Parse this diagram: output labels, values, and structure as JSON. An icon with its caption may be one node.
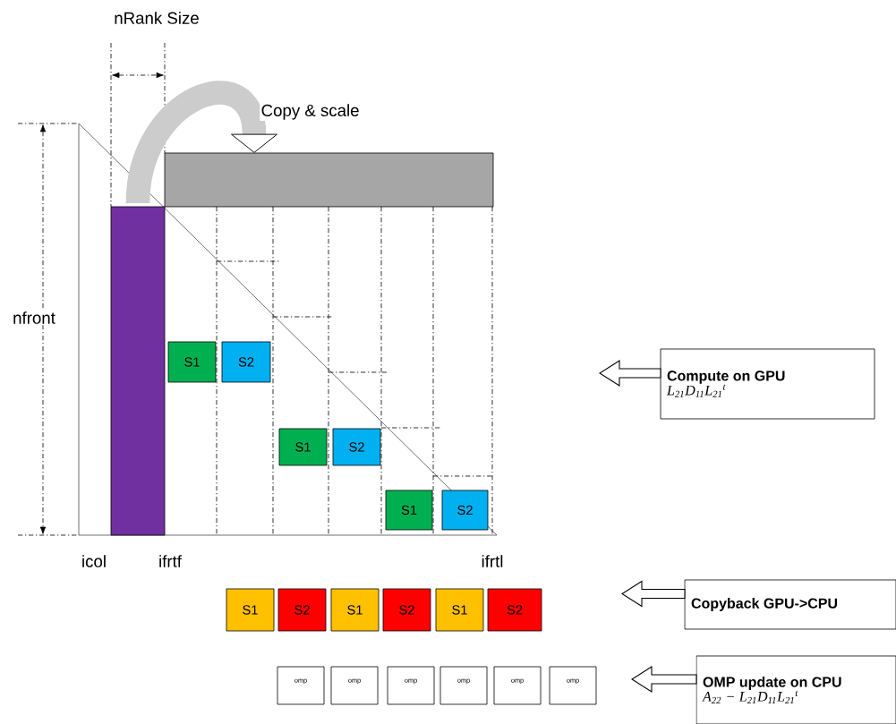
{
  "diagram": {
    "nodes": [
      {
        "text": [],
        "shape": "bar"
      },
      {
        "text": [],
        "shape": "bar"
      },
      {
        "text": [
          "S1"
        ]
      },
      {
        "text": [
          "S2"
        ]
      },
      {
        "text": [
          "S1"
        ]
      },
      {
        "text": [
          "S2"
        ]
      },
      {
        "text": [
          "S1"
        ]
      },
      {
        "text": [
          "S2"
        ]
      },
      {
        "text": [
          "S1"
        ]
      },
      {
        "text": [
          "S2"
        ]
      },
      {
        "text": [
          "S1"
        ]
      },
      {
        "text": [
          "S2"
        ]
      },
      {
        "text": [
          "S1"
        ]
      },
      {
        "text": [
          "S2"
        ]
      },
      {
        "text": [
          "omp"
        ]
      },
      {
        "text": [
          "omp"
        ]
      },
      {
        "text": [
          "omp"
        ]
      },
      {
        "text": [
          "omp"
        ]
      },
      {
        "text": [
          "omp"
        ]
      },
      {
        "text": [
          "omp"
        ]
      },
      {
        "text": [
          "Compute on GPU",
          "L$_{21}$D$_{11}$L$_{21}$$^{t}$"
        ]
      },
      {
        "text": [
          "Copyback GPU->CPU"
        ]
      },
      {
        "text": [
          "OMP update on CPU",
          "A$_{22}$ − L$_{21}$D$_{11}$L$_{21}$$^{t}$"
        ]
      }
    ],
    "edges": [
      {
        "from": 0,
        "to": 1,
        "arrow": "to",
        "label": "Copy & scale"
      },
      {
        "from": 20,
        "to": null,
        "arrow": "to"
      },
      {
        "from": 21,
        "to": null,
        "arrow": "to"
      },
      {
        "from": 22,
        "to": null,
        "arrow": "to"
      }
    ],
    "labels": [
      "nRank  Size",
      "nfront",
      "icol",
      "ifrtf",
      "ifrtl"
    ]
  }
}
